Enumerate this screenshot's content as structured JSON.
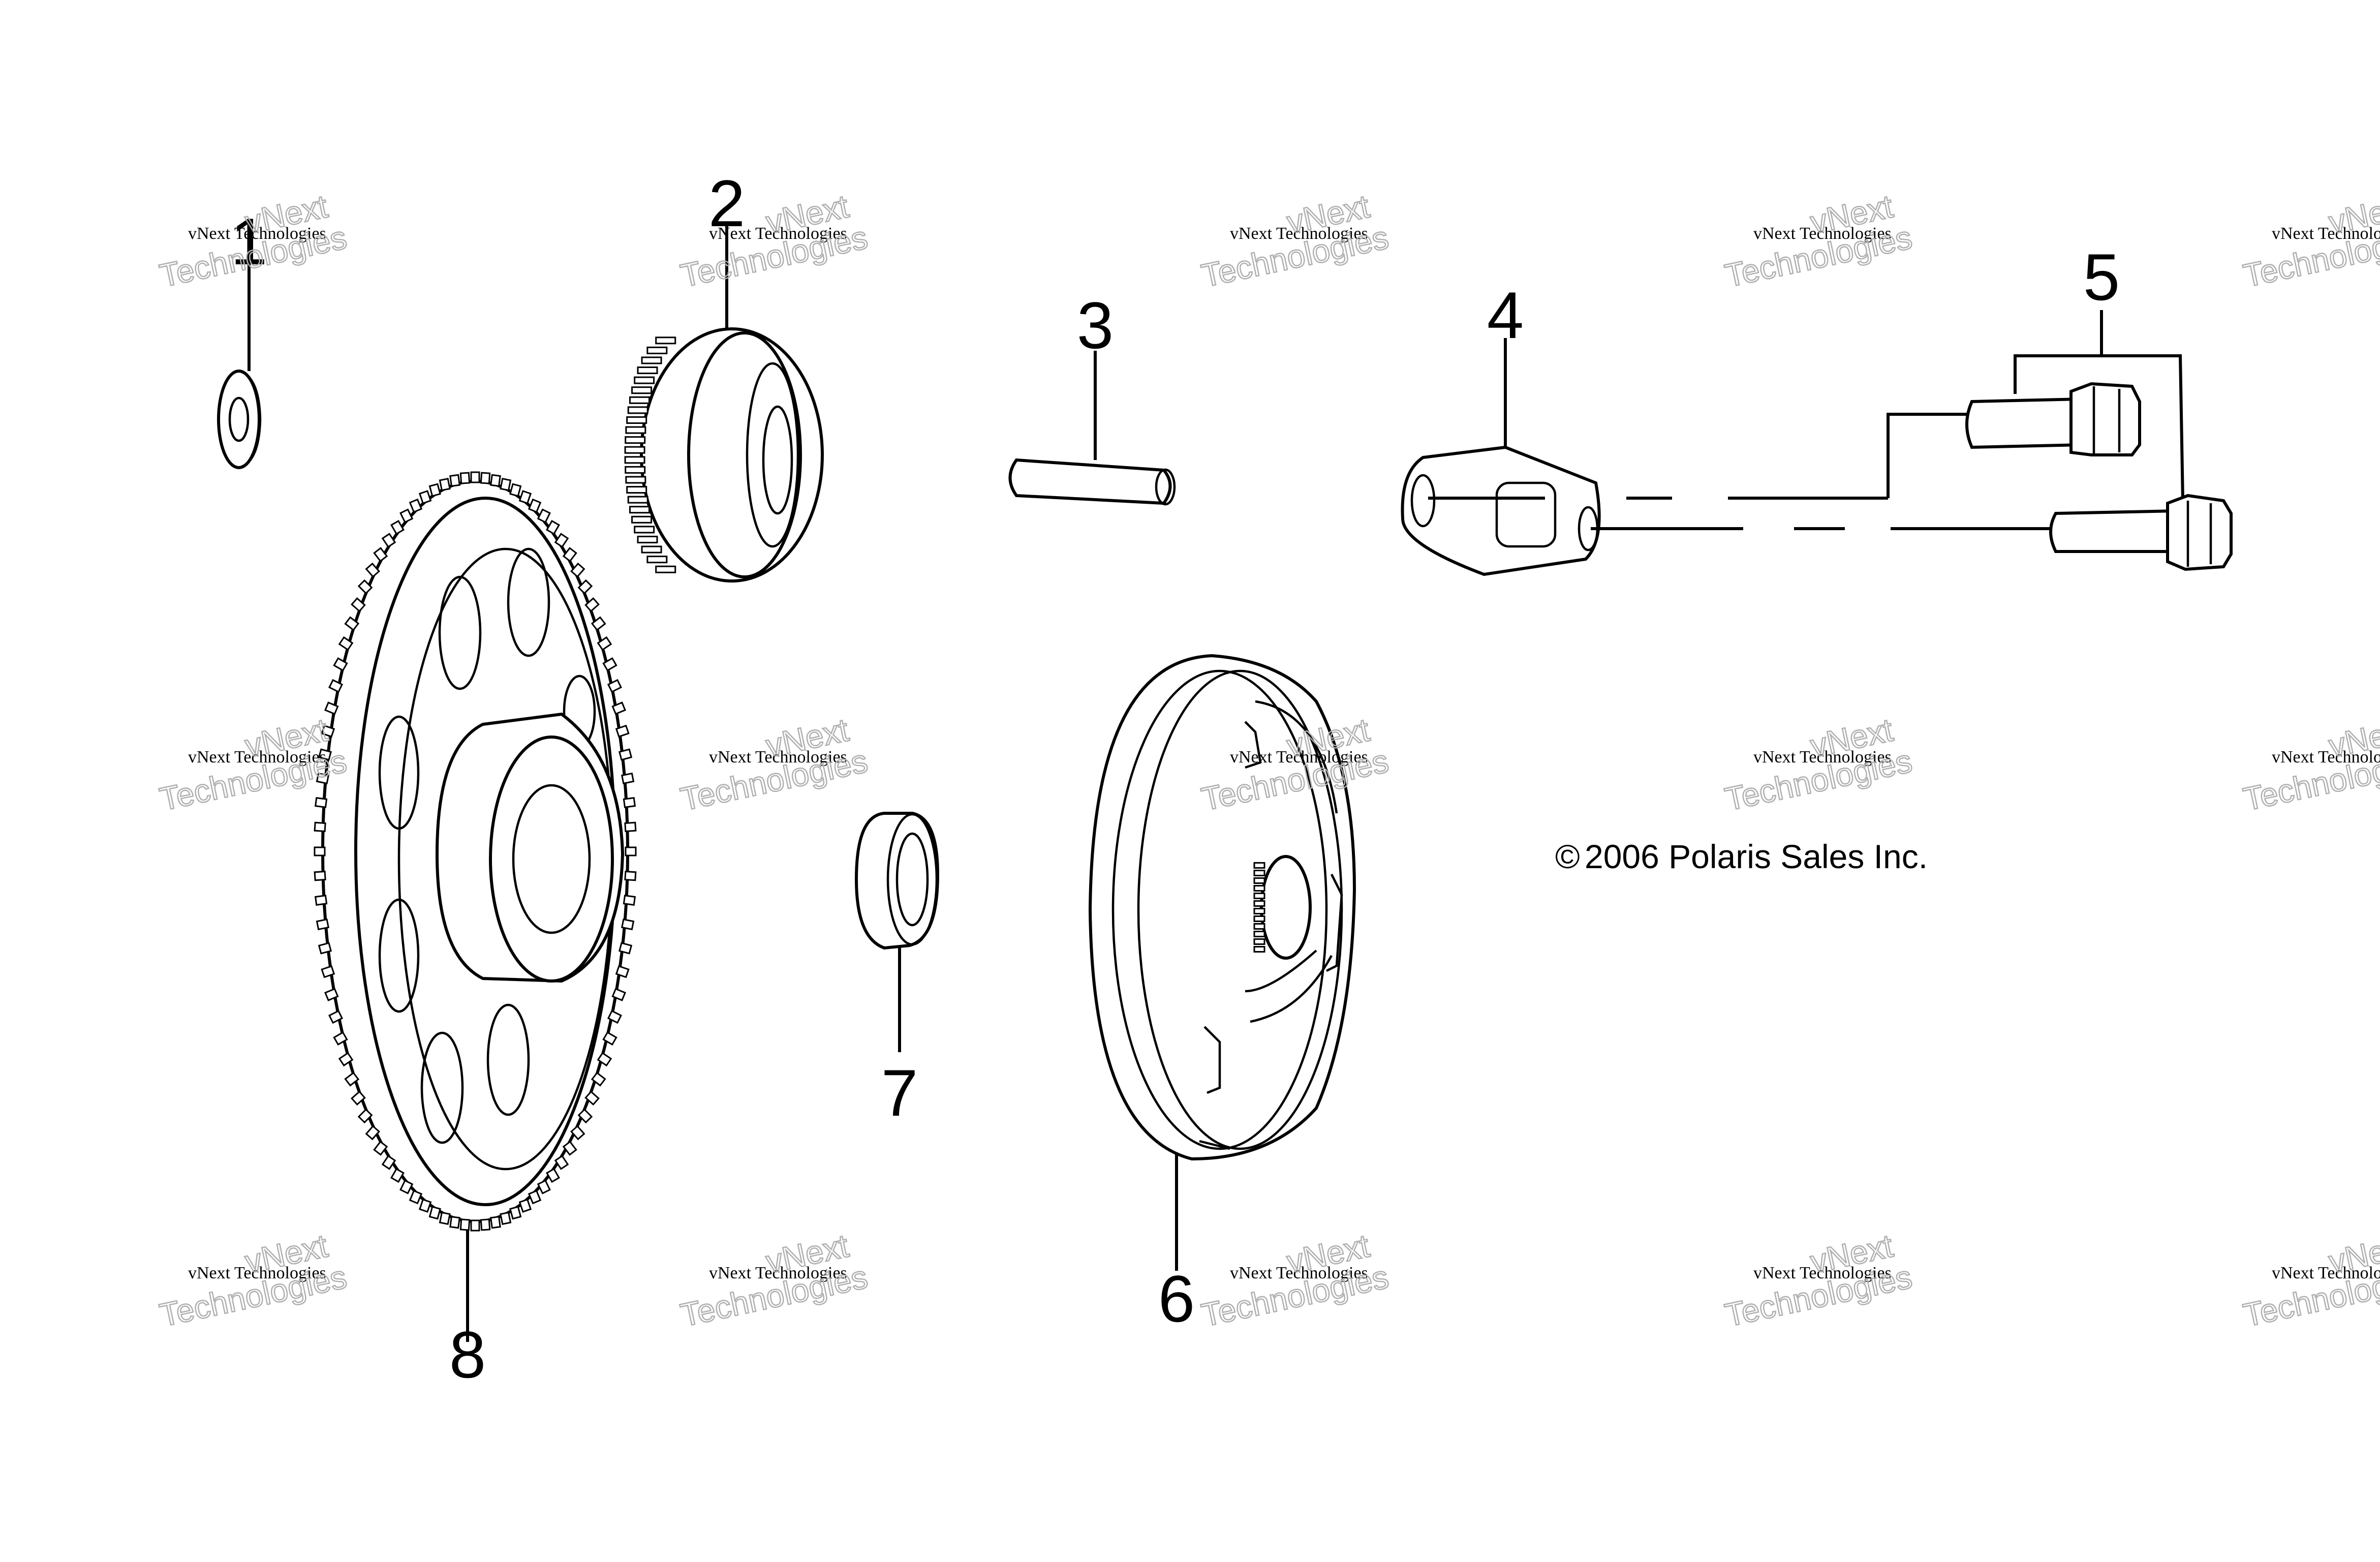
{
  "copyright": "2006 Polaris Sales Inc.",
  "copyright_symbol": "©",
  "callouts": [
    "1",
    "2",
    "3",
    "4",
    "5",
    "6",
    "7",
    "8"
  ],
  "watermark": {
    "line1": "vNext Technologies",
    "line2": "vNext",
    "line3": "Technologies"
  }
}
